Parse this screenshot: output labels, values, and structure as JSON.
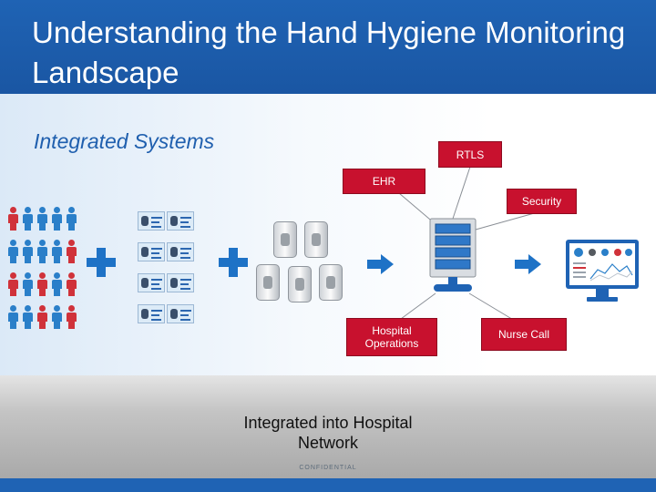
{
  "slide": {
    "title": "Understanding the Hand Hygiene Monitoring Landscape",
    "subtitle": "Integrated Systems",
    "footer_text": "Integrated into Hospital Network",
    "confidential": "CONFIDENTIAL"
  },
  "tags": {
    "rtls": "RTLS",
    "ehr": "EHR",
    "security": "Security",
    "hospital_operations": "Hospital Operations",
    "nurse_call": "Nurse Call"
  },
  "colors": {
    "brand_blue": "#1f63b4",
    "tag_red": "#c8112e",
    "person_red": "#d0323a",
    "person_blue": "#2a7fc9",
    "plus_blue": "#1e72c6"
  },
  "icons": [
    "people-icon",
    "plus-icon",
    "id-badge-icon",
    "hand-sanitizer-dispenser-icon",
    "arrow-right-icon",
    "server-icon",
    "monitor-dashboard-icon"
  ]
}
